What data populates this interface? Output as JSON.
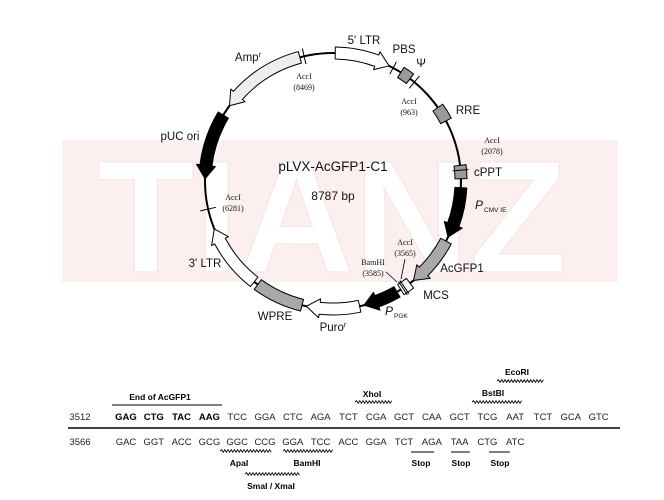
{
  "watermark": "TIANZ",
  "plasmid": {
    "name": "pLVX-AcGFP1-C1",
    "size": "8787 bp"
  },
  "features": {
    "ltr5": "5' LTR",
    "pbs": "PBS",
    "psi": "Ψ",
    "rre": "RRE",
    "cppt": "cPPT",
    "p_cmv_ie": {
      "main": "P",
      "sub": "CMV IE"
    },
    "acgfp1": "AcGFP1",
    "mcs": "MCS",
    "p_pgk": {
      "main": "P",
      "sub": "PGK"
    },
    "puro": {
      "main": "Puro",
      "sup": "r"
    },
    "wpre": "WPRE",
    "ltr3": "3' LTR",
    "puc_ori": "pUC ori",
    "amp": {
      "main": "Amp",
      "sup": "r"
    }
  },
  "sites": [
    {
      "enzyme": "AccI",
      "position": "(963)"
    },
    {
      "enzyme": "AccI",
      "position": "(2078)"
    },
    {
      "enzyme": "AccI",
      "position": "(3565)"
    },
    {
      "enzyme": "BamHI",
      "position": "(3585)"
    },
    {
      "enzyme": "AccI",
      "position": "(6281)"
    },
    {
      "enzyme": "AccI",
      "position": "(8469)"
    }
  ],
  "sequence": {
    "rows": [
      {
        "start": "3512",
        "codons": [
          "GAG",
          "CTG",
          "TAC",
          "AAG",
          "TCC",
          "GGA",
          "CTC",
          "AGA",
          "TCT",
          "CGA",
          "GCT",
          "CAA",
          "GCT",
          "TCG",
          "AAT",
          "TCT",
          "GCA",
          "GTC"
        ]
      },
      {
        "start": "3566",
        "codons": [
          "GAC",
          "GGT",
          "ACC",
          "GCG",
          "GGC",
          "CCG",
          "GGA",
          "TCC",
          "ACC",
          "GGA",
          "TCT",
          "AGA",
          "TAA",
          "CTG",
          "ATC"
        ]
      }
    ],
    "above": {
      "end_of_acgfp1": "End of AcGFP1",
      "xhoi": "XhoI",
      "bstbi": "BstBI",
      "ecori": "EcoRI"
    },
    "below": {
      "apai": "ApaI",
      "bamhi": "BamHI",
      "smai_xmai": "SmaI / XmaI",
      "stop": [
        "Stop",
        "Stop",
        "Stop"
      ]
    }
  },
  "colors": {
    "backbone": "#000000",
    "promoter": "#000000",
    "element": "#9a9a9a",
    "orf": "#a8a8a8",
    "white_feature": "#ffffff",
    "amp_feature": "#eeeeee",
    "watermark_band": "#fcefef"
  }
}
